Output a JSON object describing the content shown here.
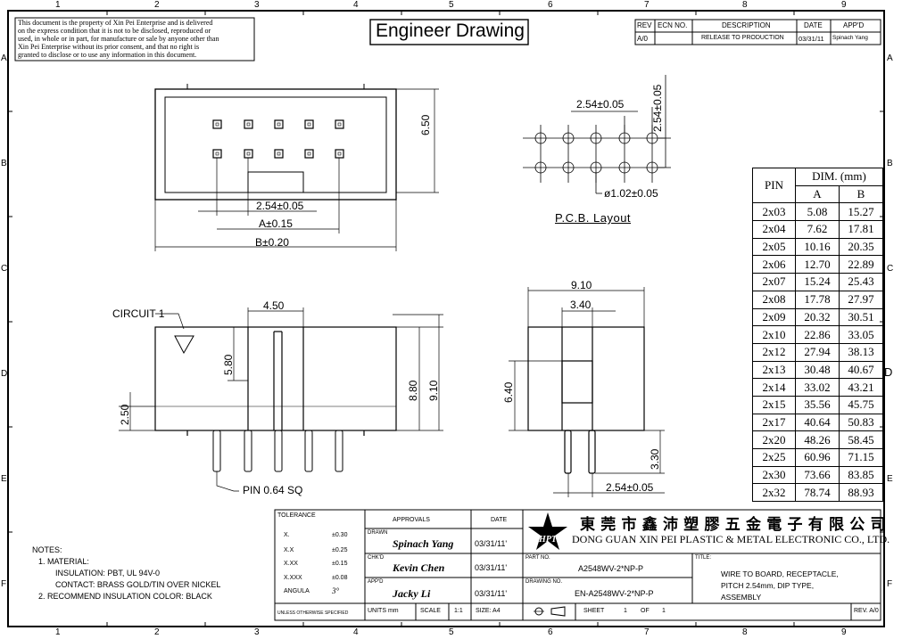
{
  "header": {
    "title": "Engineer Drawing",
    "disclaimer": [
      "This document is the property of Xin Pei Enterprise and is delivered",
      "on the express condition that it is not to be disclosed, reproduced or",
      "used, in whole or in part, for manufacture or sale by anyone other than",
      "Xin Pei Enterprise without its prior consent, and that no right is",
      "granted to disclose or to use any information in this document."
    ]
  },
  "revision": {
    "headers": [
      "REV",
      "ECN NO.",
      "DESCRIPTION",
      "DATE",
      "APP'D"
    ],
    "row": [
      "A/0",
      "",
      "RELEASE TO PRODUCTION",
      "03/31/11",
      "Spinach Yang"
    ]
  },
  "grid": {
    "columns": [
      "1",
      "2",
      "3",
      "4",
      "5",
      "6",
      "7",
      "8",
      "9"
    ],
    "rows": [
      "A",
      "B",
      "C",
      "D",
      "E",
      "F"
    ]
  },
  "top_view": {
    "dim_height": "6.50",
    "dim_pitch": "2.54±0.05",
    "dim_a": "A±0.15",
    "dim_b": "B±0.20"
  },
  "pcb": {
    "dim_h": "2.54±0.05",
    "dim_v": "2.54±0.05",
    "dim_hole": "ø1.02±0.05",
    "label": "P.C.B. Layout"
  },
  "front_view": {
    "circuit_label": "CIRCUIT 1",
    "dim_450": "4.50",
    "dim_580": "5.80",
    "dim_880": "8.80",
    "dim_910": "9.10",
    "dim_250": "2.50",
    "pin_label": "PIN 0.64 SQ"
  },
  "side_view": {
    "dim_910": "9.10",
    "dim_340": "3.40",
    "dim_640": "6.40",
    "dim_330": "3.30",
    "dim_254": "2.54±0.05"
  },
  "dim_table": {
    "pin_header": "PIN",
    "dim_header": "DIM. (mm)",
    "col_a": "A",
    "col_b": "B",
    "rows": [
      [
        "2x03",
        "5.08",
        "15.27"
      ],
      [
        "2x04",
        "7.62",
        "17.81"
      ],
      [
        "2x05",
        "10.16",
        "20.35"
      ],
      [
        "2x06",
        "12.70",
        "22.89"
      ],
      [
        "2x07",
        "15.24",
        "25.43"
      ],
      [
        "2x08",
        "17.78",
        "27.97"
      ],
      [
        "2x09",
        "20.32",
        "30.51"
      ],
      [
        "2x10",
        "22.86",
        "33.05"
      ],
      [
        "2x12",
        "27.94",
        "38.13"
      ],
      [
        "2x13",
        "30.48",
        "40.67"
      ],
      [
        "2x14",
        "33.02",
        "43.21"
      ],
      [
        "2x15",
        "35.56",
        "45.75"
      ],
      [
        "2x17",
        "40.64",
        "50.83"
      ],
      [
        "2x20",
        "48.26",
        "58.45"
      ],
      [
        "2x25",
        "60.96",
        "71.15"
      ],
      [
        "2x30",
        "73.66",
        "83.85"
      ],
      [
        "2x32",
        "78.74",
        "88.93"
      ]
    ]
  },
  "notes": {
    "title": "NOTES:",
    "lines": [
      "1. MATERIAL:",
      "INSULATION: PBT, UL 94V-0",
      "CONTACT: BRASS GOLD/TIN OVER NICKEL",
      "2. RECOMMEND INSULATION COLOR: BLACK"
    ]
  },
  "tolerance": {
    "title": "TOLERANCE",
    "rows": [
      [
        "X.",
        "±0.30"
      ],
      [
        "X.X",
        "±0.25"
      ],
      [
        "X.XX",
        "±0.15"
      ],
      [
        "X.XXX",
        "±0.08"
      ],
      [
        "ANGULA",
        "3°"
      ]
    ],
    "footer": "UNLESS OTHERWISE SPECIFIED"
  },
  "approvals": {
    "title": "APPROVALS",
    "date_title": "DATE",
    "drawn_label": "DRAWN",
    "drawn_name": "Spinach Yang",
    "drawn_date": "03/31/11'",
    "chkd_label": "CHK'D",
    "chkd_name": "Kevin Chen",
    "chkd_date": "03/31/11'",
    "appd_label": "APP'D",
    "appd_name": "Jacky Li",
    "appd_date": "03/31/11'",
    "units_label": "UNITS mm",
    "scale_label": "SCALE",
    "scale_value": "1:1",
    "size_label": "SIZE: A4"
  },
  "company": {
    "chinese": "東 莞 市 鑫 沛 塑 膠 五 金 電 子 有 限 公 司",
    "english": "DONG GUAN XIN PEI PLASTIC & METAL ELECTRONIC CO., LTD.",
    "logo_text": "HPT"
  },
  "part": {
    "part_no_label": "PART NO.",
    "part_no": "A2548WV-2*NP-P",
    "drawing_no_label": "DRAWING NO.",
    "drawing_no": "EN-A2548WV-2*NP-P",
    "title_label": "TITLE:",
    "title_lines": [
      "WIRE TO BOARD, RECEPTACLE,",
      "PITCH 2.54mm, DIP TYPE,",
      "ASSEMBLY"
    ],
    "sheet_label": "SHEET",
    "sheet_no": "1",
    "of_label": "OF",
    "sheet_total": "1",
    "rev": "REV. A/0"
  }
}
